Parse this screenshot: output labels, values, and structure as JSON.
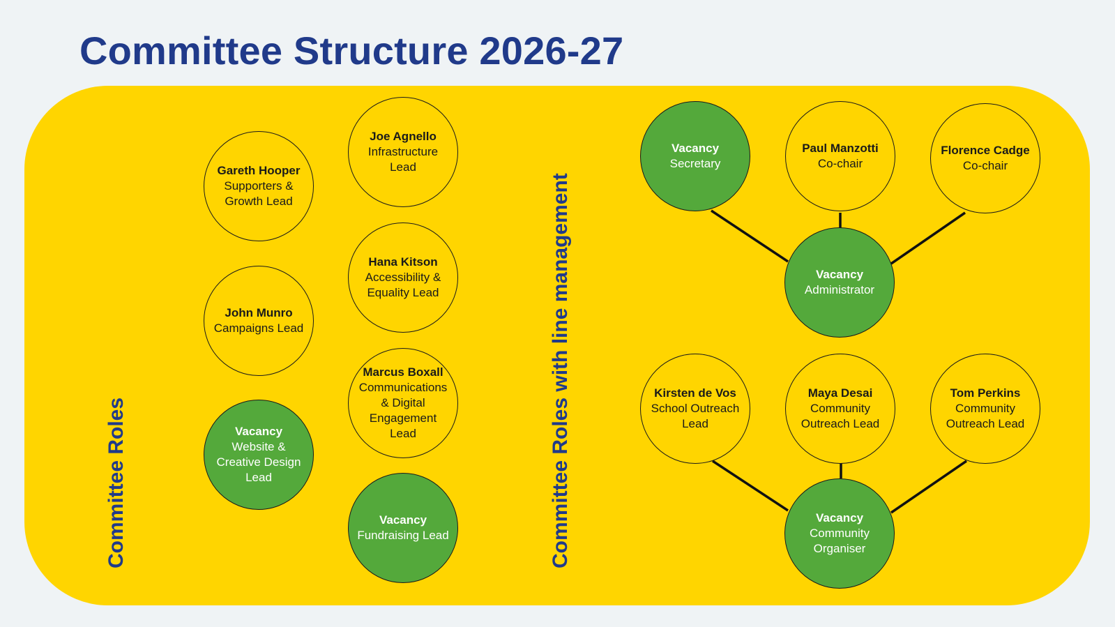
{
  "title": "Committee Structure 2026-27",
  "colors": {
    "background": "#eff3f5",
    "panel": "#ffd500",
    "vacancy": "#54a93b",
    "title": "#203a8a"
  },
  "sections": {
    "committee_roles": "Committee Roles",
    "line_management": "Committee Roles with line management"
  },
  "committee_roles": [
    {
      "name": "Gareth Hooper",
      "role": "Supporters &\nGrowth Lead",
      "vacancy": false
    },
    {
      "name": "John Munro",
      "role": "Campaigns Lead",
      "vacancy": false
    },
    {
      "name": "Vacancy",
      "role": "Website &\nCreative Design\nLead",
      "vacancy": true
    },
    {
      "name": "Joe Agnello",
      "role": "Infrastructure\nLead",
      "vacancy": false
    },
    {
      "name": "Hana Kitson",
      "role": "Accessibility &\nEquality Lead",
      "vacancy": false
    },
    {
      "name": "Marcus Boxall",
      "role": "Communications\n& Digital\nEngagement\nLead",
      "vacancy": false
    },
    {
      "name": "Vacancy",
      "role": "Fundraising Lead",
      "vacancy": true
    }
  ],
  "line_management": [
    {
      "manager": {
        "name": "Vacancy",
        "role": "Administrator",
        "vacancy": true
      },
      "reports": [
        {
          "name": "Vacancy",
          "role": "Secretary",
          "vacancy": true
        },
        {
          "name": "Paul Manzotti",
          "role": "Co-chair",
          "vacancy": false
        },
        {
          "name": "Florence Cadge",
          "role": "Co-chair",
          "vacancy": false
        }
      ]
    },
    {
      "manager": {
        "name": "Vacancy",
        "role": "Community\nOrganiser",
        "vacancy": true
      },
      "reports": [
        {
          "name": "Kirsten de Vos",
          "role": "School Outreach\nLead",
          "vacancy": false
        },
        {
          "name": "Maya Desai",
          "role": "Community\nOutreach Lead",
          "vacancy": false
        },
        {
          "name": "Tom Perkins",
          "role": "Community\nOutreach Lead",
          "vacancy": false
        }
      ]
    }
  ]
}
